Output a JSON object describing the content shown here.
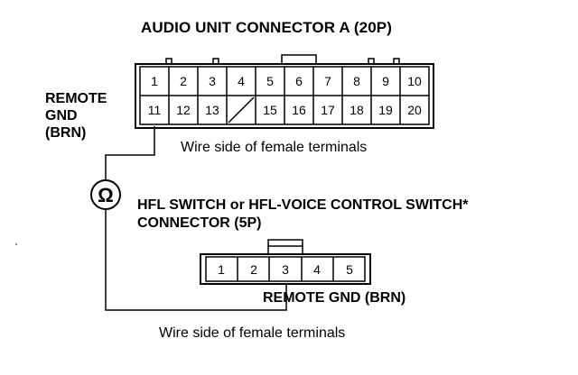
{
  "connector_a": {
    "title": "AUDIO UNIT CONNECTOR A (20P)",
    "row1": [
      "1",
      "2",
      "3",
      "4",
      "5",
      "6",
      "7",
      "8",
      "9",
      "10"
    ],
    "row2": [
      "11",
      "12",
      "13",
      "",
      "15",
      "16",
      "17",
      "18",
      "19",
      "20"
    ],
    "wire_side_label": "Wire side of female terminals"
  },
  "remote_gnd_left": {
    "line1": "REMOTE",
    "line2": "GND",
    "line3": "(BRN)"
  },
  "ohmmeter": {
    "symbol": "Ω"
  },
  "connector_b": {
    "title_line1": "HFL SWITCH or HFL-VOICE CONTROL SWITCH*",
    "title_line2": "CONNECTOR (5P)",
    "pins": [
      "1",
      "2",
      "3",
      "4",
      "5"
    ],
    "remote_gnd_label": "REMOTE GND (BRN)",
    "wire_side_label": "Wire side of female terminals"
  }
}
